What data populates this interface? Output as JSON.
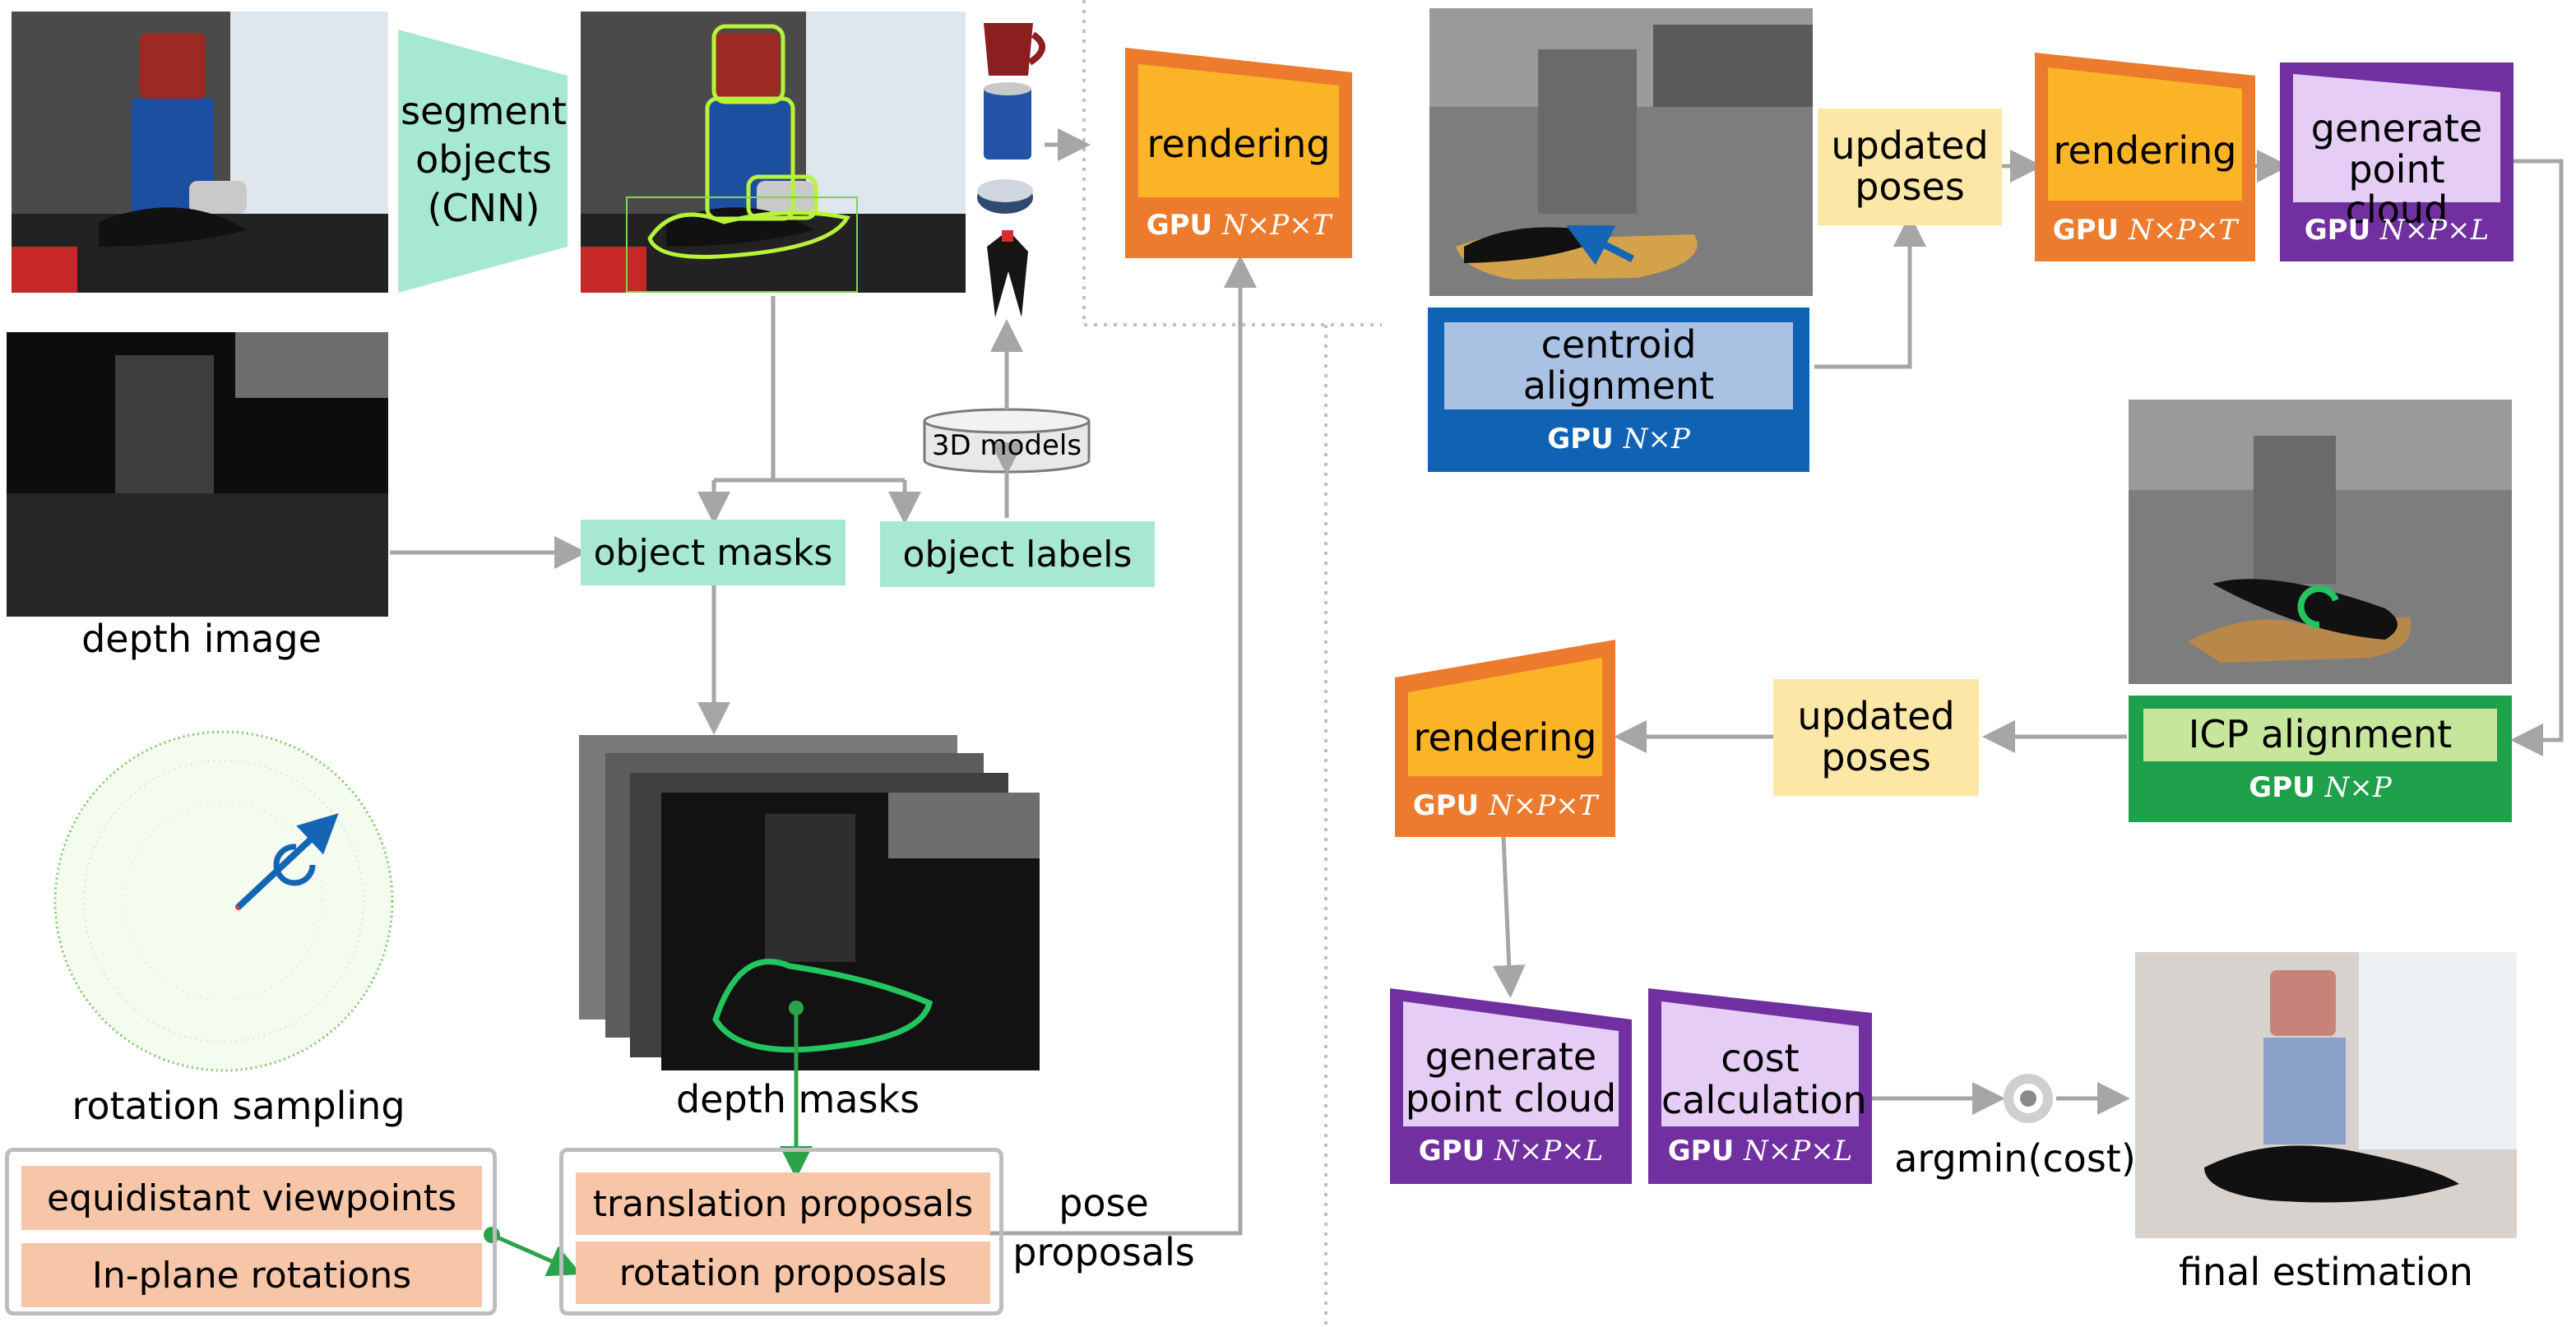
{
  "left_pipeline": {
    "segment_label": "segment\nobjects\n(CNN)",
    "models_label": "3D models",
    "depth_image_caption": "depth image",
    "object_masks_label": "object masks",
    "object_labels_label": "object labels",
    "rotation_sampling_caption": "rotation sampling",
    "depth_masks_caption": "depth masks",
    "sampling_items": [
      "equidistant viewpoints",
      "In-plane rotations"
    ],
    "proposal_items": [
      "translation proposals",
      "rotation proposals"
    ],
    "pose_proposals_label": "pose\nproposals"
  },
  "stage_rendering_1": {
    "title": "rendering",
    "gpu": "GPU",
    "dims": "N×P×T"
  },
  "right_pipeline": {
    "centroid": {
      "title": "centroid\nalignment",
      "gpu": "GPU",
      "dims": "N×P"
    },
    "updated_poses_1": "updated\nposes",
    "rendering_2": {
      "title": "rendering",
      "gpu": "GPU",
      "dims": "N×P×T"
    },
    "point_cloud_1": {
      "title": "generate\npoint cloud",
      "gpu": "GPU",
      "dims": "N×P×L"
    },
    "icp": {
      "title": "ICP alignment",
      "gpu": "GPU",
      "dims": "N×P"
    },
    "updated_poses_2": "updated\nposes",
    "rendering_3": {
      "title": "rendering",
      "gpu": "GPU",
      "dims": "N×P×T"
    },
    "point_cloud_2": {
      "title": "generate\npoint cloud",
      "gpu": "GPU",
      "dims": "N×P×L"
    },
    "cost": {
      "title": "cost\ncalculation",
      "gpu": "GPU",
      "dims": "N×P×L"
    },
    "argmin_label": "argmin(cost)",
    "final_caption": "final estimation"
  },
  "colors": {
    "orange_fill": "#fcb427",
    "orange_border": "#ec7b2e",
    "purple_fill": "#e5cdf5",
    "purple_border": "#7030a0",
    "blue_fill": "#a9c1e3",
    "blue_border": "#0f62b4",
    "green_fill": "#c5e69b",
    "green_border": "#1fa04a",
    "mint": "#a7e8d3",
    "peach": "#f7c6a8",
    "yellow": "#fde7a6",
    "arrow_gray": "#a6a6a6",
    "arrow_green": "#2aa34a"
  }
}
